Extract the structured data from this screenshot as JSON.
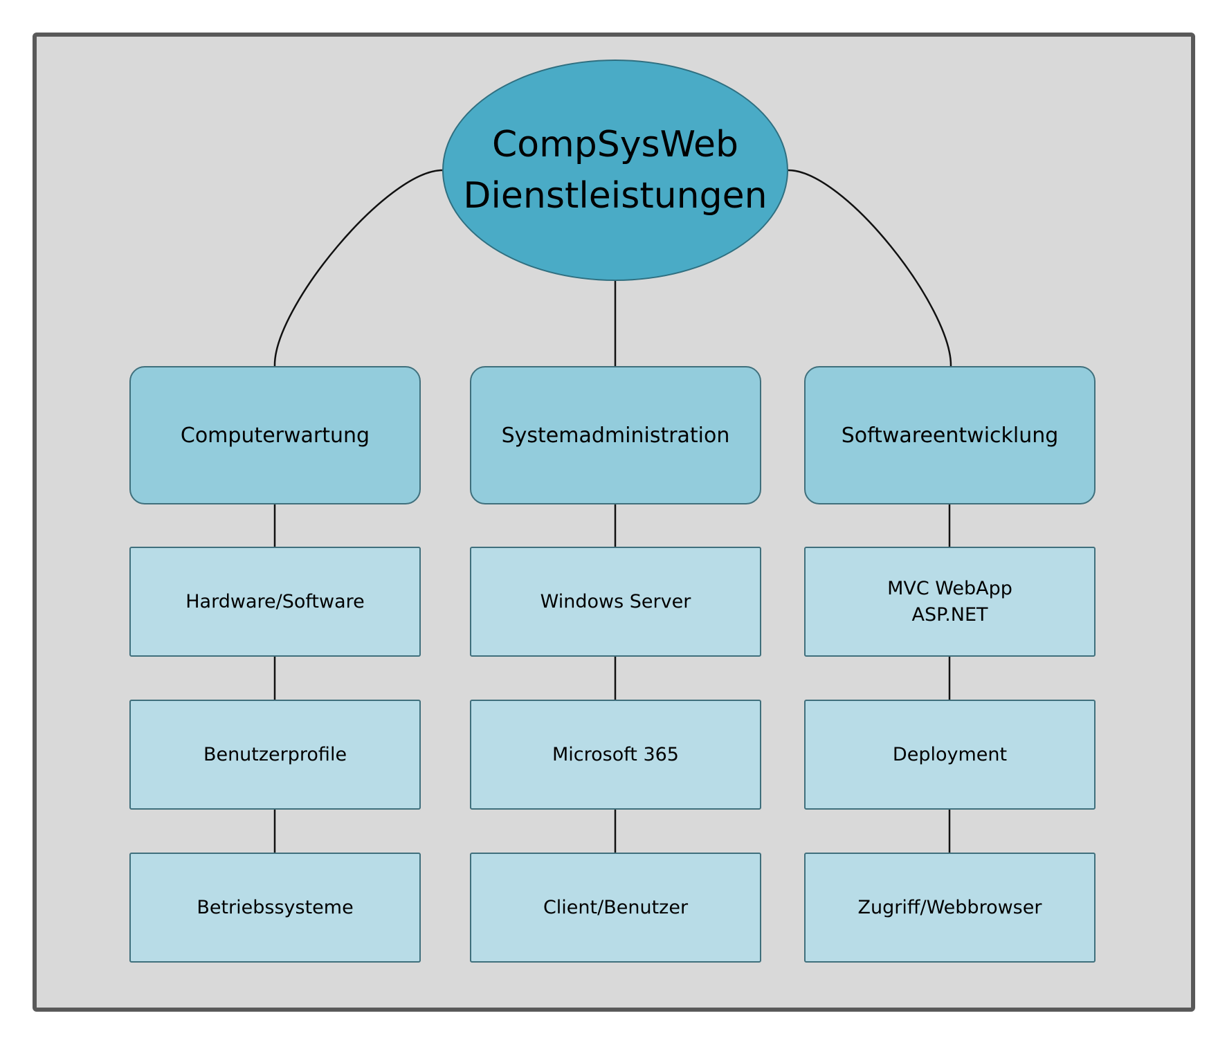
{
  "root": {
    "line1": "CompSysWeb",
    "line2": "Dienstleistungen"
  },
  "columns": [
    {
      "title": "Computerwartung",
      "items": [
        {
          "lines": [
            "Hardware/Software"
          ]
        },
        {
          "lines": [
            "Benutzerprofile"
          ]
        },
        {
          "lines": [
            "Betriebssysteme"
          ]
        }
      ]
    },
    {
      "title": "Systemadministration",
      "items": [
        {
          "lines": [
            "Windows Server"
          ]
        },
        {
          "lines": [
            "Microsoft 365"
          ]
        },
        {
          "lines": [
            "Client/Benutzer"
          ]
        }
      ]
    },
    {
      "title": "Softwareentwicklung",
      "items": [
        {
          "lines": [
            "MVC WebApp",
            "ASP.NET"
          ]
        },
        {
          "lines": [
            "Deployment"
          ]
        },
        {
          "lines": [
            "Zugriff/Webbrowser"
          ]
        }
      ]
    }
  ],
  "colors": {
    "frame_bg": "#d9d9d9",
    "frame_border": "#595959",
    "root_fill": "#4aabc6",
    "category_fill": "#93ccdc",
    "leaf_fill": "#b8dce7"
  }
}
